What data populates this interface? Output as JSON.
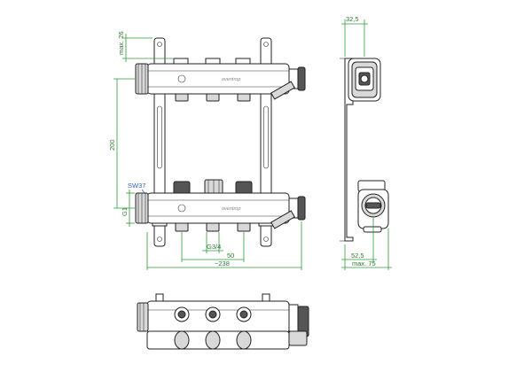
{
  "dimensions": {
    "max_26": "max. 26",
    "h_200": "200",
    "sw37": "SW37",
    "g1": "G1",
    "g34": "G3/4",
    "d50": "50",
    "d238": "~238",
    "d325": "32,5",
    "d525": "52,5",
    "max_75": "max. 75"
  },
  "brand": "oventrop",
  "colors": {
    "dimension": "#2e9a3a",
    "callout": "#2f5fc0",
    "outline": "#222222"
  }
}
